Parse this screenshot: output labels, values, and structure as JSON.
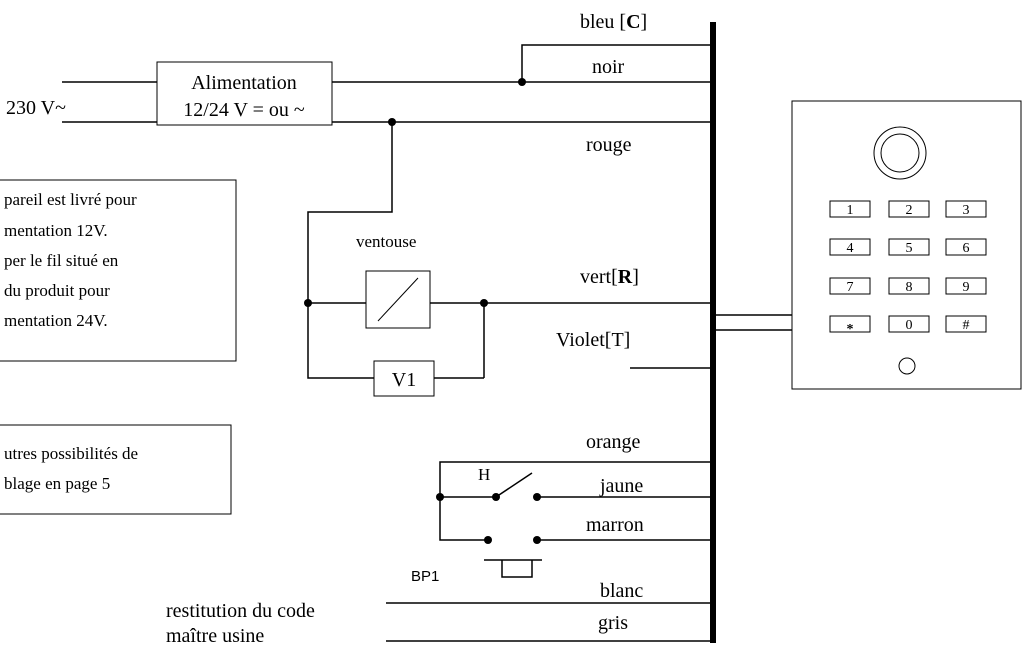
{
  "supply": {
    "mains": "230 V~",
    "unit_line1": "Alimentation",
    "unit_line2": "12/24 V = ou ~"
  },
  "wires": {
    "blue": "bleu [",
    "blue_bold": "C",
    "blue_end": "]",
    "black": "noir",
    "red": "rouge",
    "green": "vert[",
    "green_bold": "R",
    "green_end": "]",
    "violet": "Violet[T]",
    "orange": "orange",
    "yellow": "jaune",
    "brown": "marron",
    "white": "blanc",
    "grey": "gris"
  },
  "components": {
    "maglock": "ventouse",
    "varistor": "V1",
    "switch": "H",
    "button": "BP1"
  },
  "notes": {
    "note1": [
      "pareil est livré pour",
      "mentation 12V.",
      "per le fil situé en",
      " du produit pour",
      "mentation 24V."
    ],
    "note2": [
      "utres possibilités de",
      "blage en page 5"
    ]
  },
  "restore": {
    "line1": "restitution du code",
    "line2": "maître usine"
  },
  "keypad": {
    "keys": [
      "1",
      "2",
      "3",
      "4",
      "5",
      "6",
      "7",
      "8",
      "9",
      "*",
      "0",
      "#"
    ]
  }
}
